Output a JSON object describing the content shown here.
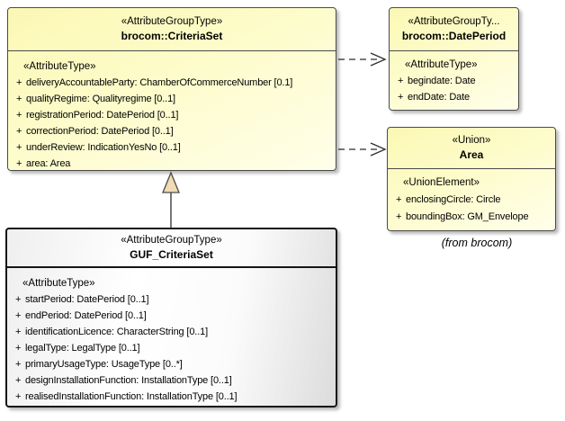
{
  "boxes": [
    {
      "stereotype": "«AttributeGroupType»",
      "name_label": "brocom::CriteriaSet",
      "section_label": "«AttributeType»",
      "attributes": [
        {
          "vis": "+",
          "text": "deliveryAccountableParty: ChamberOfCommerceNumber [0.1]"
        },
        {
          "vis": "+",
          "text": "qualityRegime: Qualityregime [0..1]"
        },
        {
          "vis": "+",
          "text": "registrationPeriod: DatePeriod [0..1]"
        },
        {
          "vis": "+",
          "text": "correctionPeriod: DatePeriod [0..1]"
        },
        {
          "vis": "+",
          "text": "underReview: IndicationYesNo [0..1]"
        },
        {
          "vis": "+",
          "text": "area: Area"
        }
      ]
    },
    {
      "stereotype": "«AttributeGroupTy...",
      "name_label": "brocom::DatePeriod",
      "section_label": "«AttributeType»",
      "attributes": [
        {
          "vis": "+",
          "text": "begindate: Date"
        },
        {
          "vis": "+",
          "text": "endDate: Date"
        }
      ]
    },
    {
      "stereotype": "«Union»",
      "name_label": "Area",
      "section_label": "«UnionElement»",
      "attributes": [
        {
          "vis": "+",
          "text": "enclosingCircle: Circle"
        },
        {
          "vis": "+",
          "text": "boundingBox: GM_Envelope"
        }
      ]
    },
    {
      "stereotype": "«AttributeGroupType»",
      "name_label": "GUF_CriteriaSet",
      "section_label": "«AttributeType»",
      "attributes": [
        {
          "vis": "+",
          "text": "startPeriod: DatePeriod [0..1]"
        },
        {
          "vis": "+",
          "text": "endPeriod: DatePeriod [0..1]"
        },
        {
          "vis": "+",
          "text": "identificationLicence: CharacterString [0..1]"
        },
        {
          "vis": "+",
          "text": "legalType: LegalType [0..1]"
        },
        {
          "vis": "+",
          "text": "primaryUsageType: UsageType [0..*]"
        },
        {
          "vis": "+",
          "text": "designInstallationFunction: InstallationType [0..1]"
        },
        {
          "vis": "+",
          "text": "realisedInstallationFunction: InstallationType [0..1]"
        }
      ]
    }
  ],
  "annotations": {
    "from_note": "(from brocom)"
  },
  "connectors": [
    {
      "type": "dependency",
      "from": "brocom::CriteriaSet",
      "to": "brocom::DatePeriod",
      "style": "dashed-open-arrow"
    },
    {
      "type": "dependency",
      "from": "brocom::CriteriaSet",
      "to": "Area",
      "style": "dashed-open-arrow"
    },
    {
      "type": "generalization",
      "from": "GUF_CriteriaSet",
      "to": "brocom::CriteriaSet",
      "style": "solid-hollow-triangle"
    }
  ],
  "colors": {
    "class_fill_light": "#fffeea",
    "class_fill_dark": "#fbf8b4",
    "class_border": "#4a4a4a",
    "target_border": "#151515",
    "target_fill": "#ffffff",
    "generalization_triangle_fill": "#f0dcb3",
    "connector_stroke": "#2e2e2e",
    "shadow": "#969696"
  }
}
